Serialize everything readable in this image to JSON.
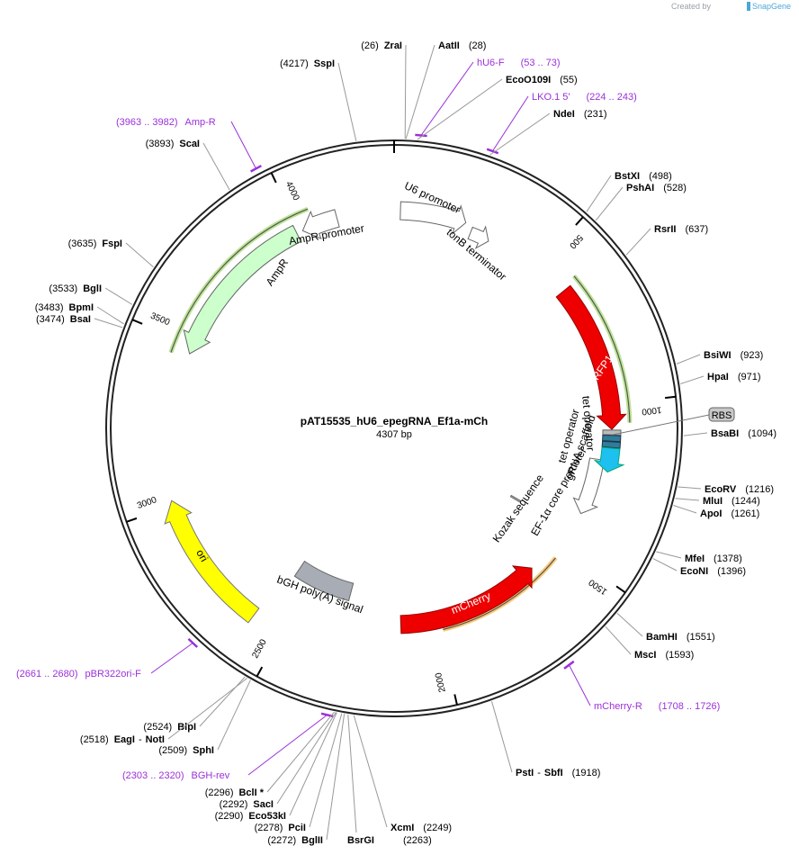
{
  "credit": {
    "prefix": "Created by",
    "brand": "SnapGene"
  },
  "plasmid": {
    "name": "pAT15535_hU6_epegRNA_Ef1a-mCh",
    "size_label": "4307 bp",
    "length": 4307
  },
  "ticks": [
    "500",
    "1000",
    "1500",
    "2000",
    "2500",
    "3000",
    "3500",
    "4000"
  ],
  "sites": [
    {
      "name": "ZraI",
      "pos": "(26)"
    },
    {
      "name": "AatII",
      "pos": "(28)"
    },
    {
      "name": "SspI",
      "pos": "(4217)"
    },
    {
      "name": "EcoO109I",
      "pos": "(55)"
    },
    {
      "name": "NdeI",
      "pos": "(231)"
    },
    {
      "name": "ScaI",
      "pos": "(3893)"
    },
    {
      "name": "BstXI",
      "pos": "(498)"
    },
    {
      "name": "PshAI",
      "pos": "(528)"
    },
    {
      "name": "RsrII",
      "pos": "(637)"
    },
    {
      "name": "FspI",
      "pos": "(3635)"
    },
    {
      "name": "BglI",
      "pos": "(3533)"
    },
    {
      "name": "BpmI",
      "pos": "(3483)"
    },
    {
      "name": "BsaI",
      "pos": "(3474)"
    },
    {
      "name": "BsiWI",
      "pos": "(923)"
    },
    {
      "name": "HpaI",
      "pos": "(971)"
    },
    {
      "name": "BsaBI",
      "pos": "(1094)"
    },
    {
      "name": "EcoRV",
      "pos": "(1216)"
    },
    {
      "name": "MluI",
      "pos": "(1244)"
    },
    {
      "name": "ApoI",
      "pos": "(1261)"
    },
    {
      "name": "MfeI",
      "pos": "(1378)"
    },
    {
      "name": "EcoNI",
      "pos": "(1396)"
    },
    {
      "name": "BamHI",
      "pos": "(1551)"
    },
    {
      "name": "MscI",
      "pos": "(1593)"
    },
    {
      "name": "PstI",
      "pos": "(1918)",
      "extra": "SbfI"
    },
    {
      "name": "BlpI",
      "pos": "(2524)"
    },
    {
      "name": "EagI",
      "pos": "(2518)",
      "extra": "NotI"
    },
    {
      "name": "SphI",
      "pos": "(2509)"
    },
    {
      "name": "BclI *",
      "pos": "(2296)"
    },
    {
      "name": "SacI",
      "pos": "(2292)"
    },
    {
      "name": "Eco53kI",
      "pos": "(2290)"
    },
    {
      "name": "PciI",
      "pos": "(2278)"
    },
    {
      "name": "BglII",
      "pos": "(2272)"
    },
    {
      "name": "BsrGI",
      "pos": "(2263)"
    },
    {
      "name": "XcmI",
      "pos": "(2249)"
    }
  ],
  "primers": [
    {
      "name": "hU6-F",
      "range": "(53 .. 73)"
    },
    {
      "name": "LKO.1 5'",
      "range": "(224 .. 243)"
    },
    {
      "name": "Amp-R",
      "range": "(3963 .. 3982)"
    },
    {
      "name": "mCherry-R",
      "range": "(1708 .. 1726)"
    },
    {
      "name": "pBR322ori-F",
      "range": "(2661 .. 2680)"
    },
    {
      "name": "BGH-rev",
      "range": "(2303 .. 2320)"
    }
  ],
  "features": {
    "u6_promoter": "U6 promoter",
    "tonb_terminator": "tonB terminator",
    "mrfp1": "mRFP1",
    "tet_operator_1": "tet operator",
    "tet_operator_2": "tet operator",
    "grna_scaffold": "gRNA scaffold",
    "rbs": "RBS",
    "ef1a_core_promoter": "EF-1α core promoter",
    "kozak": "Kozak sequence",
    "mcherry": "mCherry",
    "bgh_polya": "bGH poly(A) signal",
    "ori": "ori",
    "ampr": "AmpR",
    "ampr_promoter": "AmpR promoter"
  },
  "colors": {
    "mrfp1": "#ee0000",
    "mcherry": "#ee0000",
    "ori": "#ffff00",
    "ampr": "#ccffcc",
    "bgh": "#a8acb4",
    "grna": "#1ec0f0",
    "tet": "#2e7d9a",
    "primer": "#9b30d9",
    "glow_green": "#8fd14f",
    "glow_orange": "#f5a623"
  }
}
